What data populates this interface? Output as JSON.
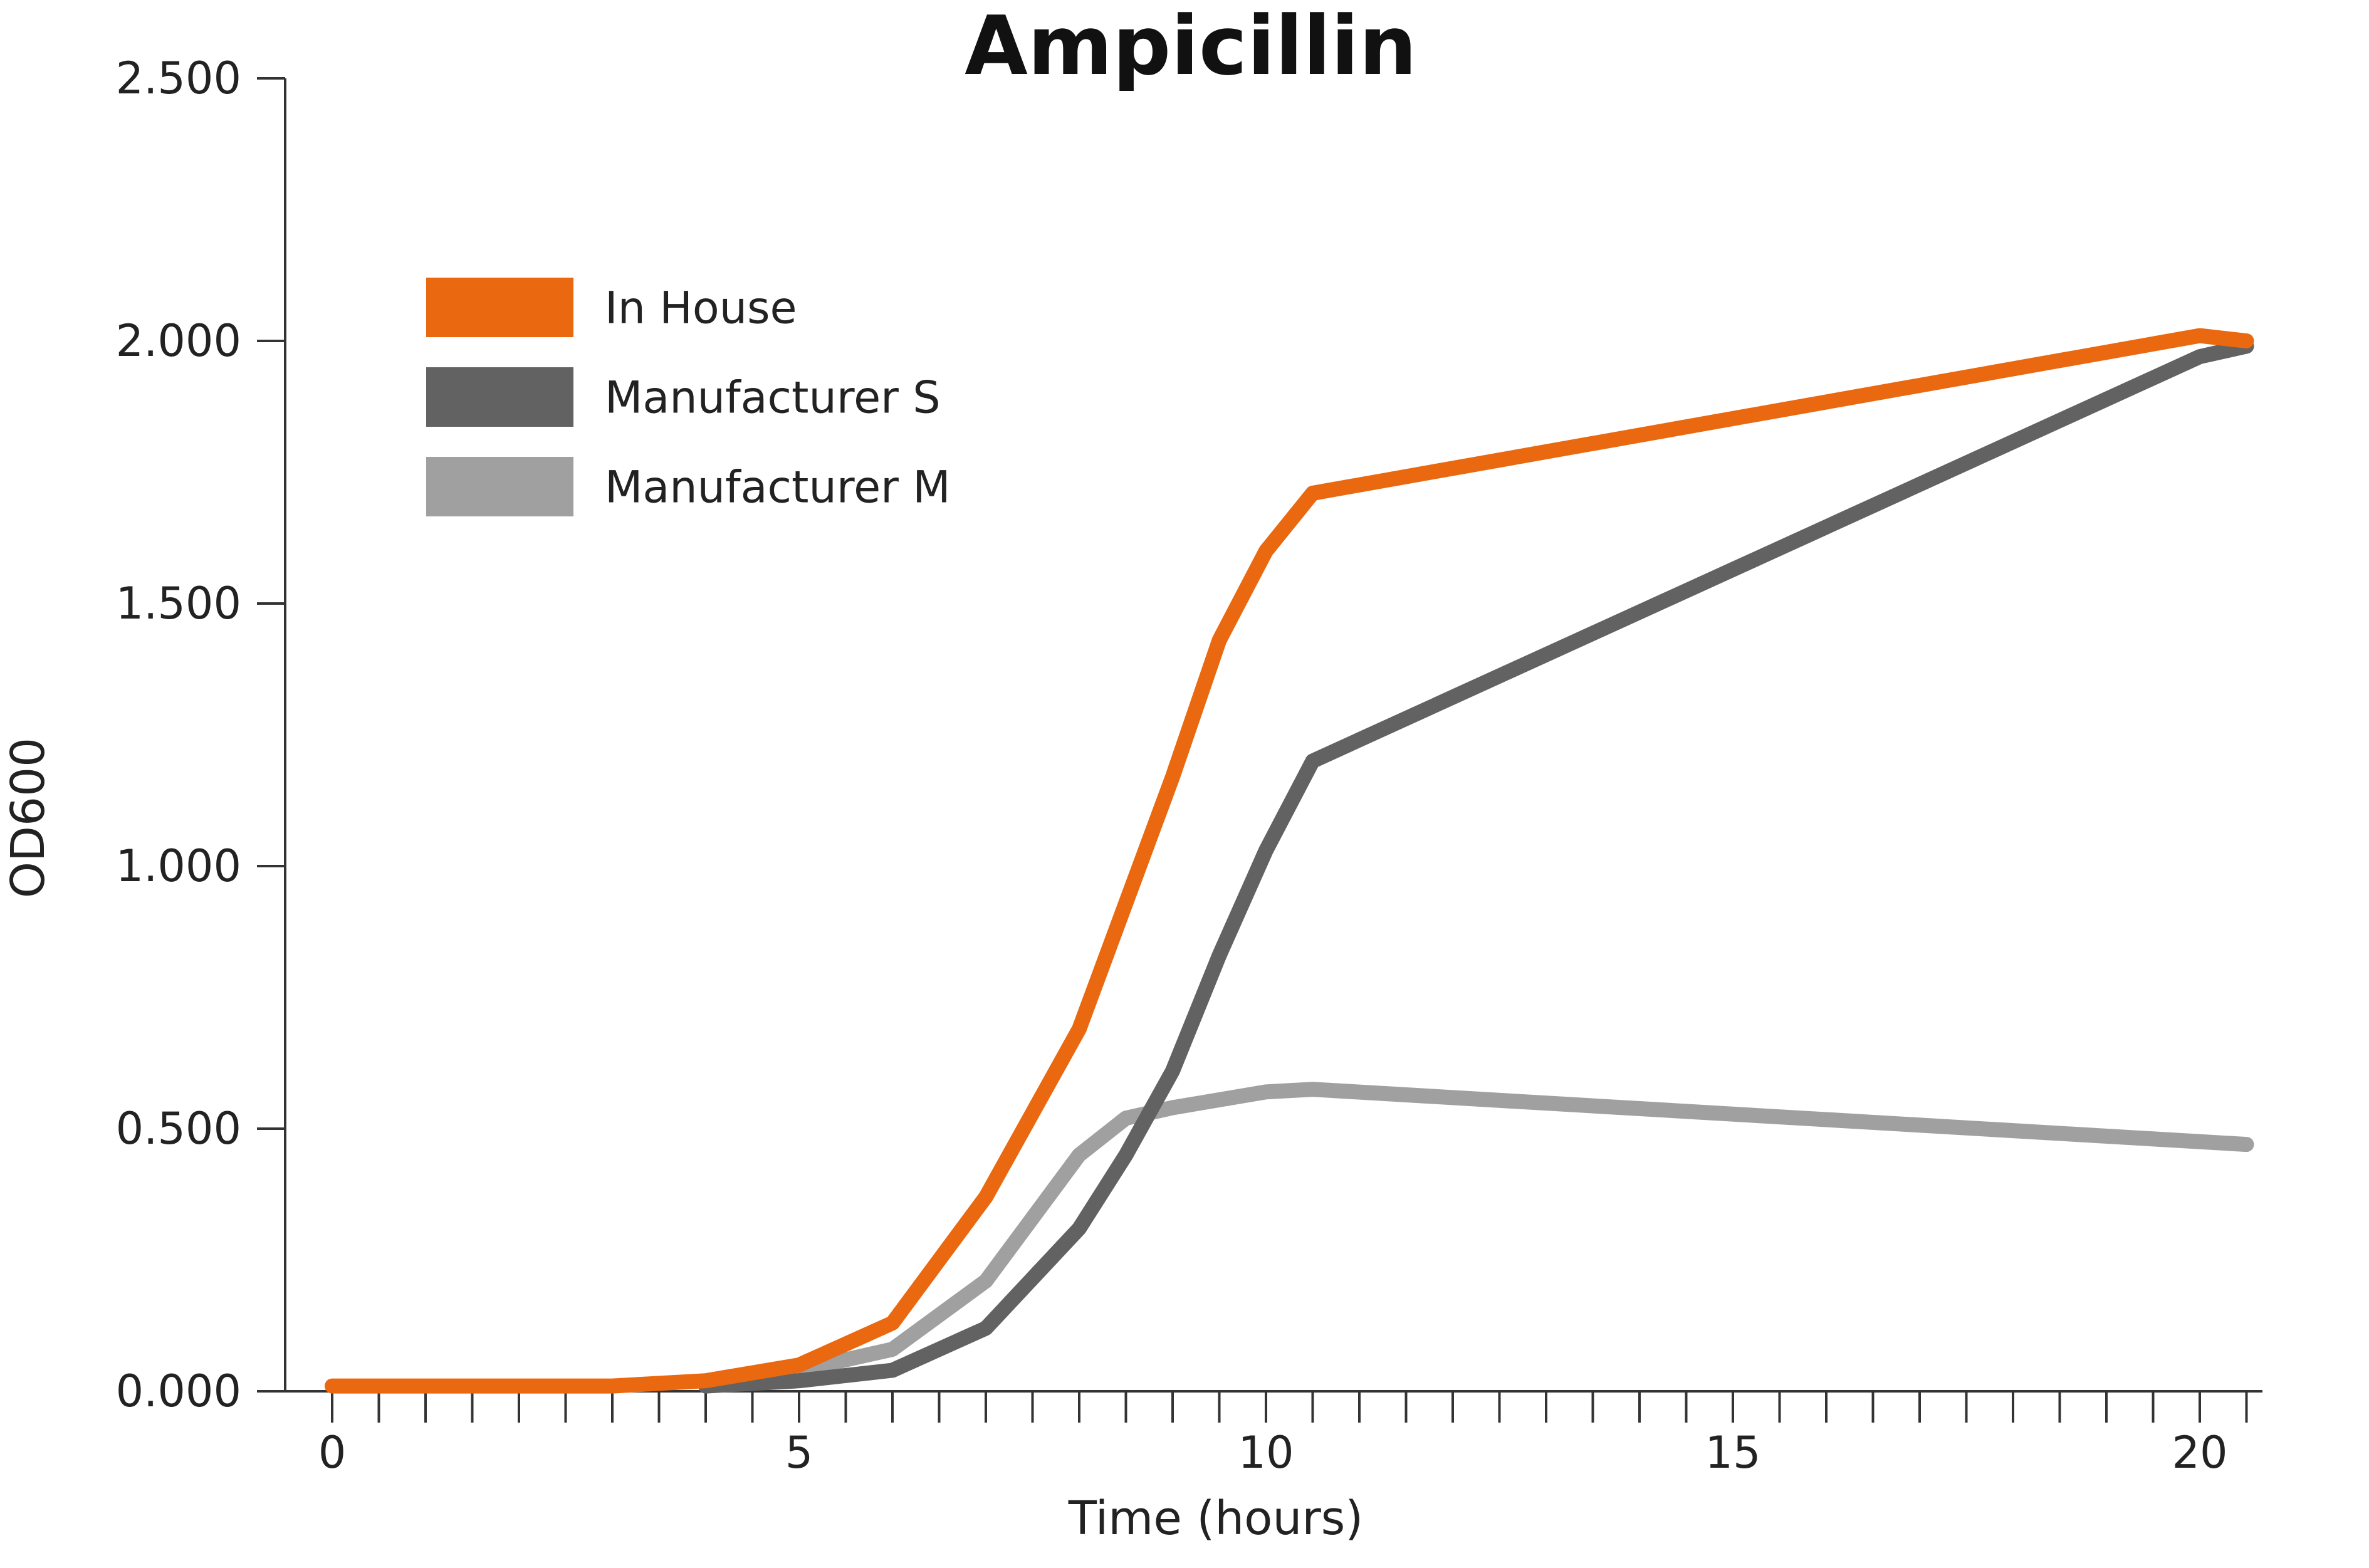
{
  "chart_data": {
    "type": "line",
    "title": "Ampicillin",
    "xlabel": "Time (hours)",
    "ylabel": "OD600",
    "xlim": [
      -1,
      20.5
    ],
    "ylim": [
      0,
      2.5
    ],
    "x_ticks_major": [
      0,
      5,
      10,
      15,
      20
    ],
    "x_minor_step": 0.5,
    "y_ticks": [
      {
        "value": 0.0,
        "label": "0.000"
      },
      {
        "value": 0.5,
        "label": "0.500"
      },
      {
        "value": 1.0,
        "label": "1.000"
      },
      {
        "value": 1.5,
        "label": "1.500"
      },
      {
        "value": 2.0,
        "label": "2.000"
      },
      {
        "value": 2.5,
        "label": "2.500"
      }
    ],
    "grid": false,
    "legend_position": "top-left",
    "series": [
      {
        "name": "In House",
        "color": "#ea680f",
        "points": [
          [
            0,
            0.01
          ],
          [
            1,
            0.01
          ],
          [
            2,
            0.01
          ],
          [
            3,
            0.01
          ],
          [
            4,
            0.02
          ],
          [
            5,
            0.05
          ],
          [
            6,
            0.13
          ],
          [
            7,
            0.37
          ],
          [
            8,
            0.69
          ],
          [
            9,
            1.17
          ],
          [
            9.5,
            1.43
          ],
          [
            10,
            1.6
          ],
          [
            10.5,
            1.71
          ],
          [
            20,
            2.01
          ],
          [
            20.5,
            2.0
          ]
        ]
      },
      {
        "name": "Manufacturer S",
        "color": "#636262",
        "points": [
          [
            4,
            0.01
          ],
          [
            5,
            0.02
          ],
          [
            6,
            0.04
          ],
          [
            7,
            0.12
          ],
          [
            8,
            0.31
          ],
          [
            8.5,
            0.45
          ],
          [
            9,
            0.61
          ],
          [
            9.5,
            0.83
          ],
          [
            10,
            1.03
          ],
          [
            10.5,
            1.2
          ],
          [
            20,
            1.97
          ],
          [
            20.5,
            1.99
          ]
        ]
      },
      {
        "name": "Manufacturer M",
        "color": "#a0a0a0",
        "points": [
          [
            4,
            0.01
          ],
          [
            5,
            0.04
          ],
          [
            6,
            0.08
          ],
          [
            7,
            0.21
          ],
          [
            8,
            0.45
          ],
          [
            8.5,
            0.52
          ],
          [
            9,
            0.54
          ],
          [
            10,
            0.57
          ],
          [
            10.5,
            0.575
          ],
          [
            20.5,
            0.47
          ]
        ]
      }
    ]
  }
}
